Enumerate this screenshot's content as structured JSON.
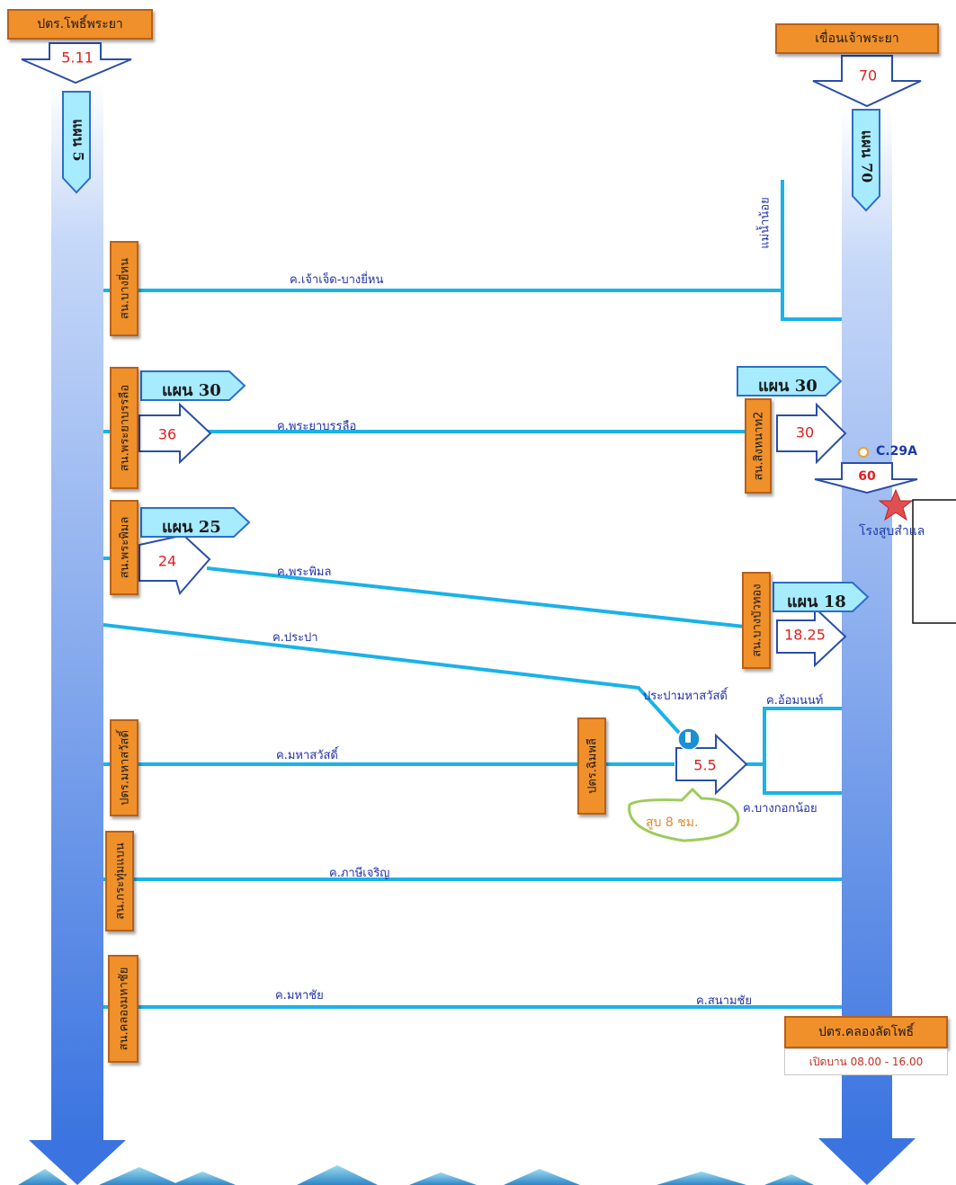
{
  "stations": {
    "pho_phraya": "ปตร.โพธิ์พระยา",
    "chao_phraya_dam": "เขื่อนเจ้าพระยา",
    "bang_yi_hon": "สน.บางยี่หน",
    "phraya_banlue": "สน.พระยาบรรลือ",
    "singhanat": "สน.สิงหนาท2",
    "phra_phimon": "สน.พระพิมล",
    "bang_bua_thong": "สน.บางบัวทอง",
    "maha_sawat": "ปตร.มหาสวัสดิ์",
    "chimphli": "ปตร.ฉิมพลี",
    "krathum_baen": "สน.กระทุ่มแบน",
    "khlong_maha_chai": "สน.คลองมหาชัย",
    "khlong_lat_pho": "ปตร.คลองลัดโพธิ์",
    "khlong_lat_pho_hours": "เปิดบาน 08.00 - 16.00",
    "rong_sup_sam_lae": "โรงสูบสำแล",
    "c29a": "C.29A"
  },
  "flows": {
    "pho_phraya_in": "5.11",
    "dam_release": "70",
    "phraya_banlue": "36",
    "singhanat": "30",
    "c29a": "60",
    "phra_phimon": "24",
    "bang_bua_thong": "18.25",
    "chimphli": "5.5"
  },
  "plans": {
    "left_main": "แผน 5",
    "right_main": "แผน 70",
    "phraya_banlue": "แผน 30",
    "singhanat": "แผน 30",
    "phra_phimon": "แผน 25",
    "bang_bua_thong": "แผน 18"
  },
  "canals": {
    "chao_chet": "ค.เจ้าเจ็ด-บางยี่หน",
    "mae_nam_noi": "แม่น้ำน้อย",
    "phraya_banlue": "ค.พระยาบรรลือ",
    "phra_phimon": "ค.พระพิมล",
    "prapa": "ค.ประปา",
    "prapa_maha_sawat": "ประปามหาสวัสดิ์",
    "om_non": "ค.อ้อมนนท์",
    "maha_sawat": "ค.มหาสวัสดิ์",
    "bangkok_noi": "ค.บางกอกน้อย",
    "phasi_charoen": "ค.ภาษีเจริญ",
    "maha_chai": "ค.มหาชัย",
    "sanam_chai": "ค.สนามชัย"
  },
  "callout": "สูบ 8 ชม.",
  "colors": {
    "canal": "#1ab2e8",
    "orange": "#f0902a",
    "plan_fill": "#a6ebff",
    "flow_red": "#e02020"
  }
}
